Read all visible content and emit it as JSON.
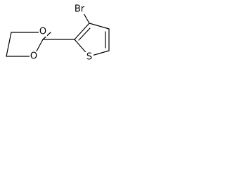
{
  "colors": {
    "background": "#ffffff",
    "bond": "#000000",
    "label": "#000000"
  },
  "atoms": {
    "bromine": "Br",
    "oxygen_top": "O",
    "oxygen_bottom": "O",
    "sulfur": "S"
  }
}
